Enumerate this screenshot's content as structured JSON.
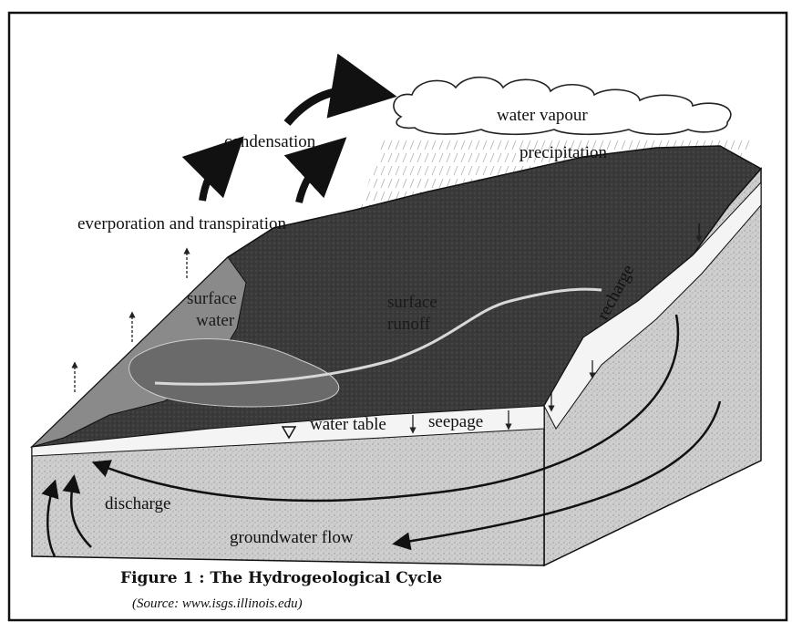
{
  "labels": {
    "water_vapour": "water vapour",
    "precipitation": "precipitation",
    "condensation": "condensation",
    "evaporation": "everporation and transpiration",
    "surface_water_1": "surface",
    "surface_water_2": "water",
    "surface_runoff_1": "surface",
    "surface_runoff_2": "runoff",
    "recharge": "recharge",
    "water_table": "water table",
    "seepage": "seepage",
    "discharge": "discharge",
    "groundwater_flow": "groundwater flow"
  },
  "caption": {
    "title": "Figure 1 : The Hydrogeological Cycle",
    "source": "(Source: www.isgs.illinois.edu)"
  }
}
